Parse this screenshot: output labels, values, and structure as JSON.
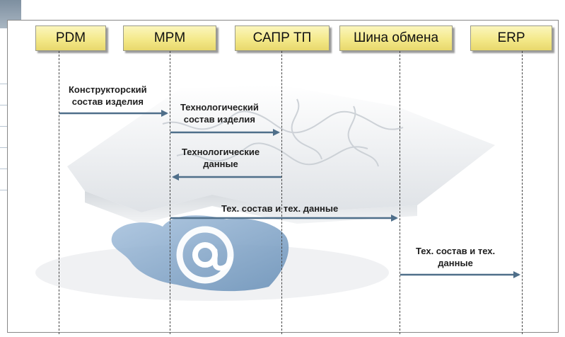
{
  "lanes": [
    {
      "id": "pdm",
      "label": "PDM"
    },
    {
      "id": "mpm",
      "label": "MPM"
    },
    {
      "id": "sapr",
      "label": "САПР ТП"
    },
    {
      "id": "bus",
      "label": "Шина обмена"
    },
    {
      "id": "erp",
      "label": "ERP"
    }
  ],
  "messages": [
    {
      "from": "pdm",
      "to": "mpm",
      "line1": "Конструкторский",
      "line2": "состав изделия"
    },
    {
      "from": "mpm",
      "to": "sapr",
      "line1": "Технологический",
      "line2": "состав изделия"
    },
    {
      "from": "sapr",
      "to": "mpm",
      "line1": "Технологические",
      "line2": "данные"
    },
    {
      "from": "mpm",
      "to": "bus",
      "line1": "Тех. состав и тех. данные",
      "line2": ""
    },
    {
      "from": "bus",
      "to": "erp",
      "line1": "Тех. состав и тех.",
      "line2": "данные"
    }
  ],
  "colors": {
    "box_fill": "#f4e98a",
    "arrow": "#4f6f8a",
    "lifeline": "#444444"
  },
  "icons": {
    "background": "puzzle-pieces",
    "badge": "at-sign"
  }
}
